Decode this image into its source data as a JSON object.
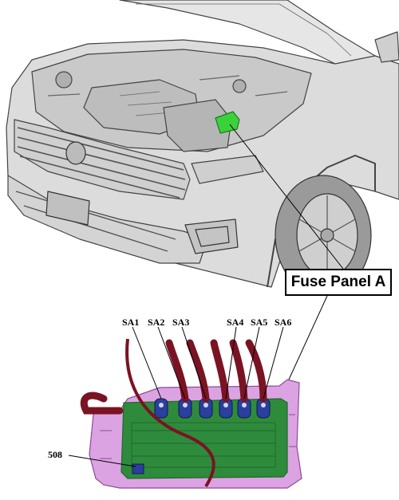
{
  "callout": {
    "label": "Fuse Panel A"
  },
  "fuse_labels": [
    "SA1",
    "SA2",
    "SA3",
    "SA4",
    "SA5",
    "SA6"
  ],
  "connector_label": "508",
  "colors": {
    "highlight": "#3bd13b",
    "panel": "#dca3e3",
    "panel_edge": "#8e4a95",
    "board": "#2e8b3c",
    "board_dark": "#1f6a2c",
    "fuse": "#2a3f9e",
    "cable": "#7a1323",
    "car_body": "#d9d9d9",
    "car_line": "#444444"
  }
}
